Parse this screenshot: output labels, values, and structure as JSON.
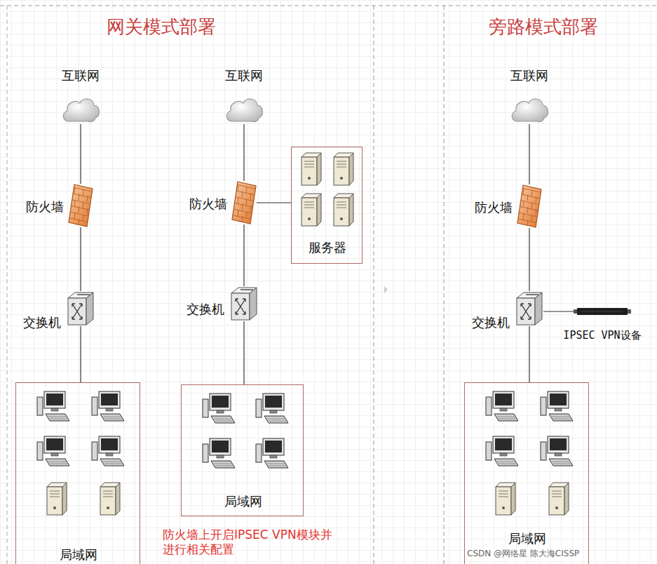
{
  "diagram": {
    "nodes": [
      {
        "text": [
          "互联网"
        ]
      },
      {
        "text": [
          "防火墙"
        ]
      },
      {
        "text": [
          "交换机"
        ]
      },
      {
        "text": [
          "局域网"
        ]
      },
      {
        "text": [
          "互联网"
        ]
      },
      {
        "text": [
          "防火墙"
        ]
      },
      {
        "text": [
          "服务器"
        ]
      },
      {
        "text": [
          "交换机"
        ]
      },
      {
        "text": [
          "局域网"
        ]
      },
      {
        "text": [
          "互联网"
        ]
      },
      {
        "text": [
          "防火墙"
        ]
      },
      {
        "text": [
          "交换机"
        ]
      },
      {
        "text": [
          "IPSEC VPN设备"
        ]
      },
      {
        "text": [
          "局域网"
        ]
      }
    ],
    "edges": [
      {
        "from": 0,
        "to": 1,
        "arrow": "none"
      },
      {
        "from": 1,
        "to": 2,
        "arrow": "none"
      },
      {
        "from": 2,
        "to": 3,
        "arrow": "none"
      },
      {
        "from": 4,
        "to": 5,
        "arrow": "none"
      },
      {
        "from": 5,
        "to": 6,
        "arrow": "none"
      },
      {
        "from": 5,
        "to": 7,
        "arrow": "none"
      },
      {
        "from": 7,
        "to": 8,
        "arrow": "none"
      },
      {
        "from": 9,
        "to": 10,
        "arrow": "none"
      },
      {
        "from": 10,
        "to": 11,
        "arrow": "none"
      },
      {
        "from": 11,
        "to": 12,
        "arrow": "none"
      },
      {
        "from": 11,
        "to": 13,
        "arrow": "none"
      }
    ],
    "labels": [
      "网关模式部署",
      "旁路模式部署",
      "防火墙上开启IPSEC VPN模块并进行相关配置",
      "CSDN @网络星 陈大海CISSP"
    ]
  }
}
